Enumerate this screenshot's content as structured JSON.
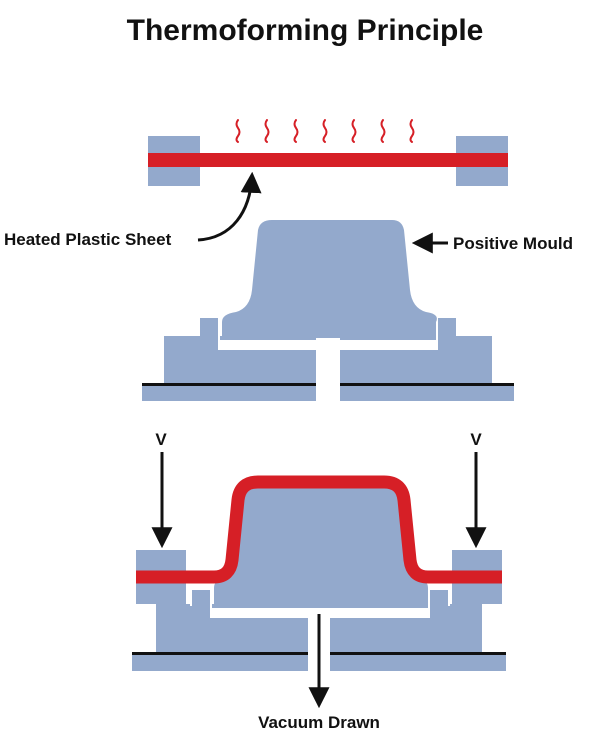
{
  "title": "Thermoforming Principle",
  "labels": {
    "heated_sheet": "Heated Plastic Sheet",
    "positive_mould": "Positive Mould",
    "vacuum_left": "V",
    "vacuum_right": "V",
    "vacuum_drawn": "Vacuum Drawn"
  },
  "colors": {
    "mould_blue": "#93a9cc",
    "sheet_red": "#d61f26",
    "ink": "#111111",
    "background": "#ffffff"
  },
  "icons": {
    "heat_waves": "heat-wave-icon",
    "arrow": "arrow-icon"
  }
}
